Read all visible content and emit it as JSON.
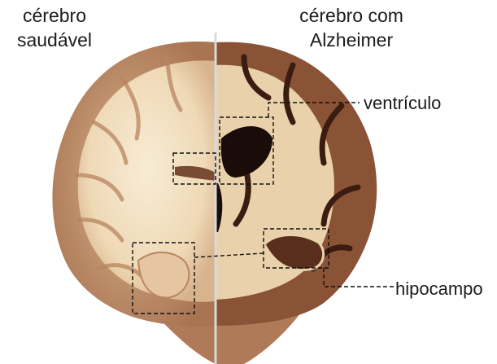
{
  "titles": {
    "left": "cérebro\nsaudável",
    "right": "cérebro com\nAlzheimer"
  },
  "labels": {
    "ventricle": "ventrículo",
    "hippocampus": "hipocampo"
  },
  "colors": {
    "white_matter": "#f3e2c4",
    "gray_matter": "#caa07c",
    "dark_tissue": "#6b3a25",
    "ventricle_dark": "#1a0d09",
    "divider": "#d9d9d9"
  }
}
